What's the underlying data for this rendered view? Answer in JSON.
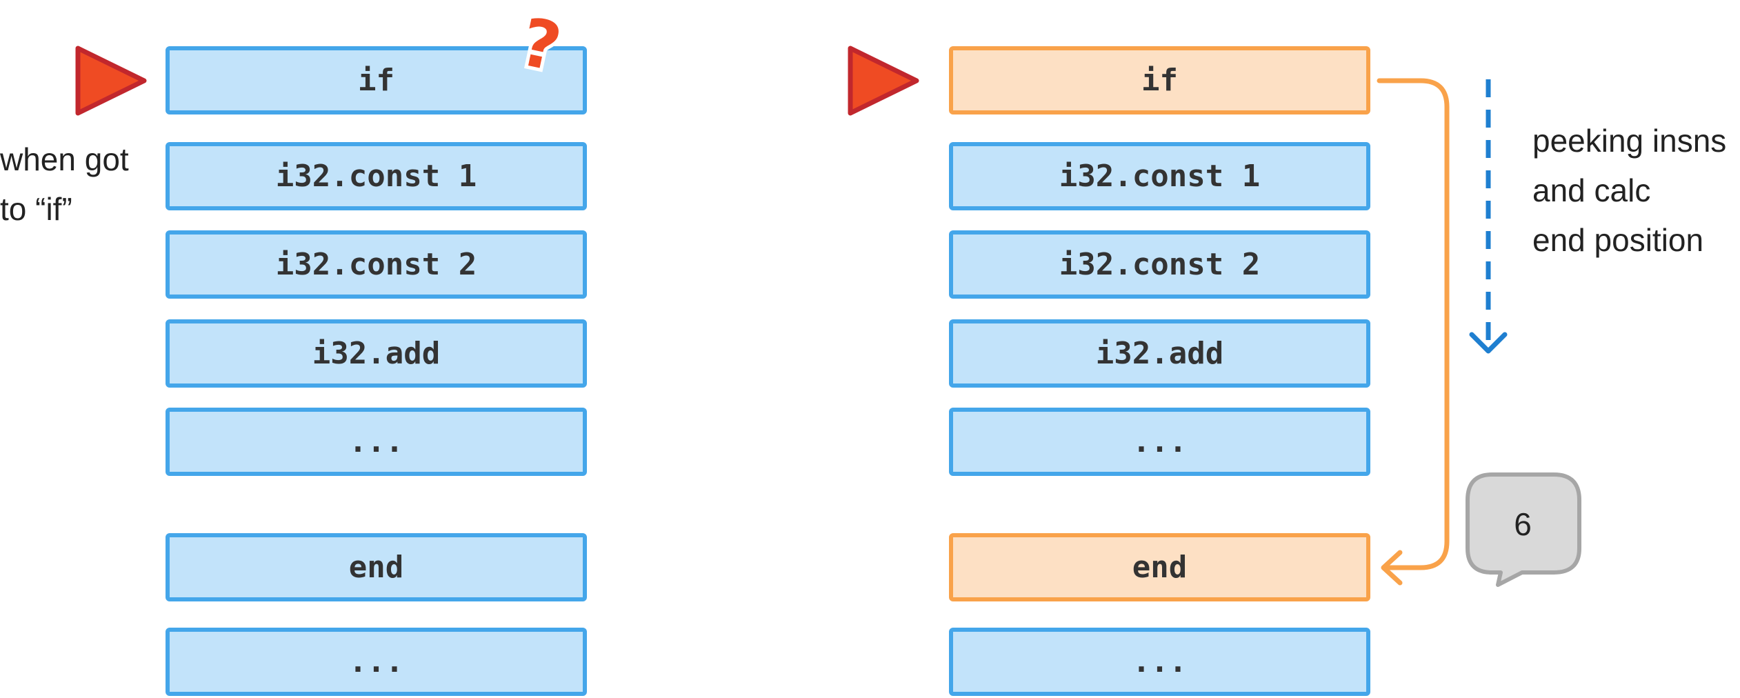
{
  "left_panel": {
    "annotation": [
      "when got",
      "to “if”"
    ],
    "question_mark": "?",
    "instructions": [
      "if",
      "i32.const 1",
      "i32.const 2",
      "i32.add",
      "...",
      "end",
      "..."
    ]
  },
  "right_panel": {
    "annotation": [
      "peeking insns",
      "and calc",
      "end position"
    ],
    "bubble_value": "6",
    "instructions": [
      "if",
      "i32.const 1",
      "i32.const 2",
      "i32.add",
      "...",
      "end",
      "..."
    ],
    "highlighted": [
      "if",
      "end"
    ]
  },
  "colors": {
    "box_border": "#44a6ea",
    "box_fill": "#c2e3fa",
    "highlight_border": "#f9a24a",
    "highlight_fill": "#fde0c4",
    "pointer": "#ef4b23",
    "pointer_outline": "#c1272d",
    "dashed_arrow": "#1f7fd0",
    "bubble_fill": "#d9d9d9",
    "bubble_border": "#a6a6a6"
  }
}
